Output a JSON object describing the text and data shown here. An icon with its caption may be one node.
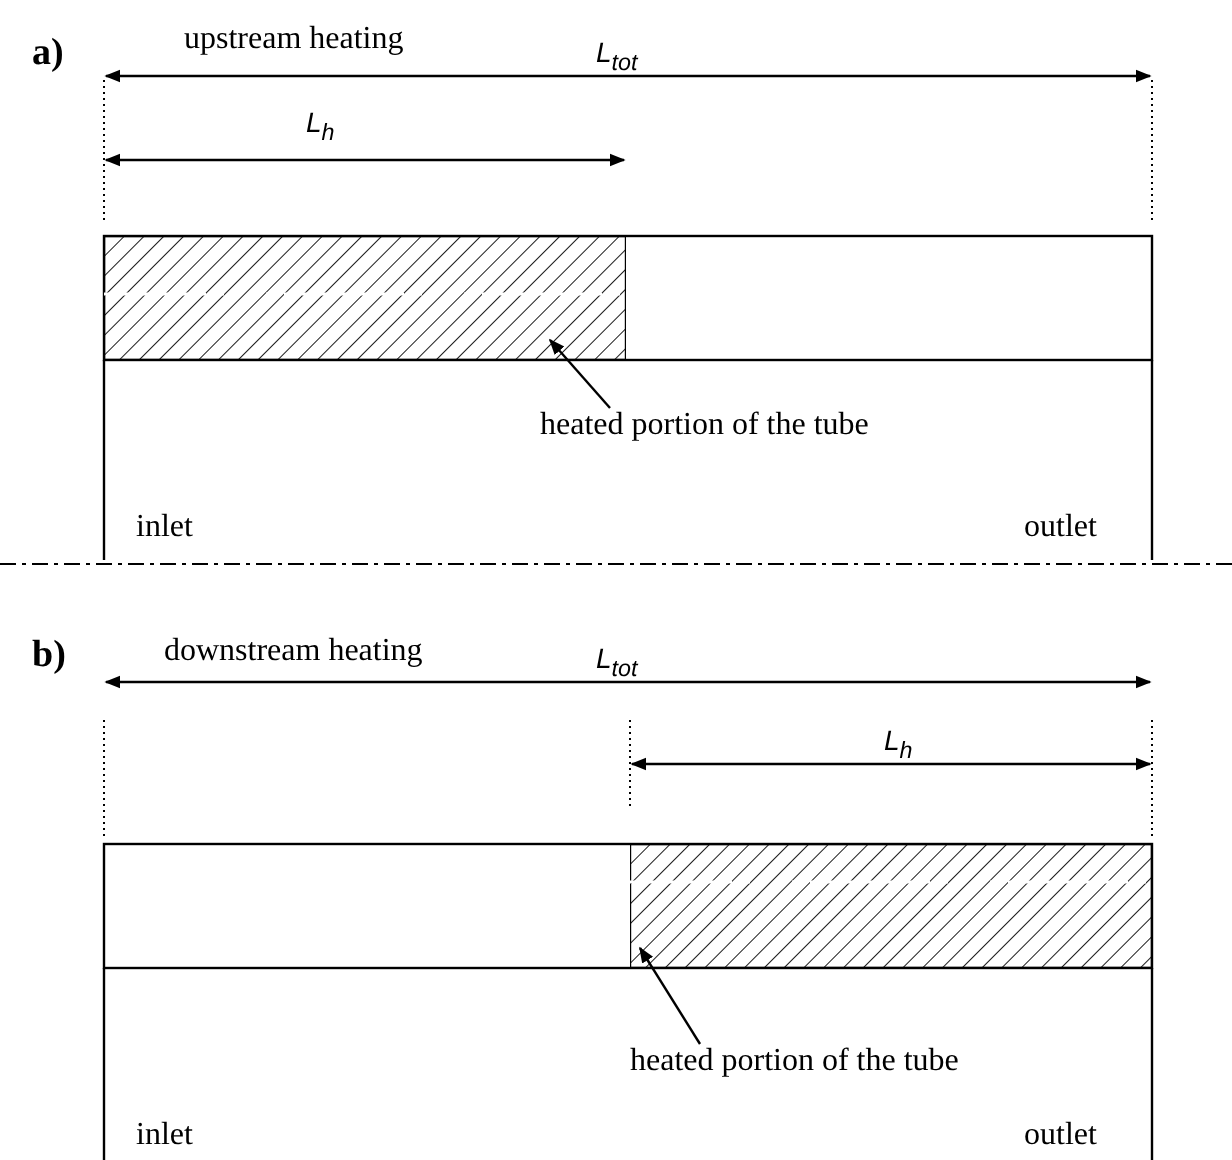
{
  "diagram": {
    "nodes": [
      {
        "text": [],
        "shape": "box"
      },
      {
        "text": [
          "heated portion of the tube"
        ]
      },
      {
        "text": [],
        "shape": "box"
      },
      {
        "text": [
          "heated portion of the tube"
        ]
      }
    ],
    "edges": [
      {
        "from": 1,
        "to": 0,
        "arrow": "to"
      },
      {
        "from": 3,
        "to": 2,
        "arrow": "to"
      }
    ],
    "labels": [
      "a)",
      "upstream heating",
      "L$_{tot}$",
      "L$_{h}$",
      "inlet",
      "outlet",
      "b)",
      "downstream heating",
      "L$_{tot}$",
      "L$_{h}$",
      "inlet",
      "outlet"
    ]
  }
}
